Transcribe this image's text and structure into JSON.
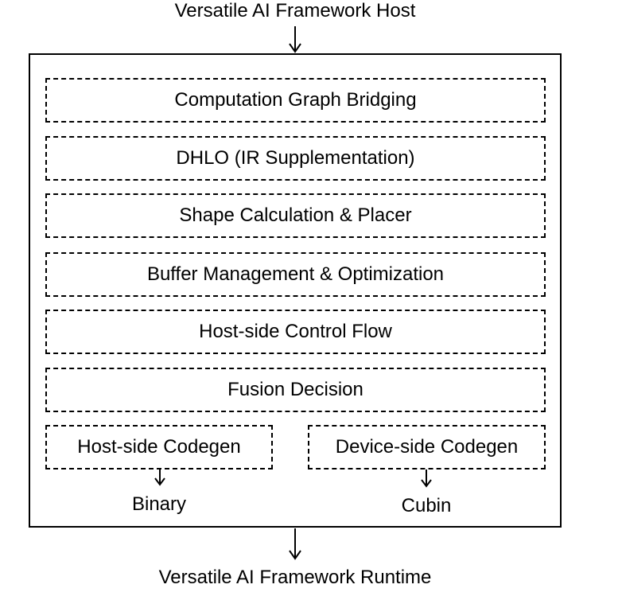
{
  "input_label": "Versatile AI Framework Host",
  "output_label": "Versatile AI Framework Runtime",
  "stages": [
    {
      "label": "Computation Graph Bridging"
    },
    {
      "label": "DHLO (IR Supplementation)"
    },
    {
      "label": "Shape Calculation & Placer"
    },
    {
      "label": "Buffer Management & Optimization"
    },
    {
      "label": "Host-side Control Flow"
    },
    {
      "label": "Fusion Decision"
    }
  ],
  "codegen": {
    "host": {
      "label": "Host-side Codegen",
      "output": "Binary"
    },
    "device": {
      "label": "Device-side Codegen",
      "output": "Cubin"
    }
  }
}
